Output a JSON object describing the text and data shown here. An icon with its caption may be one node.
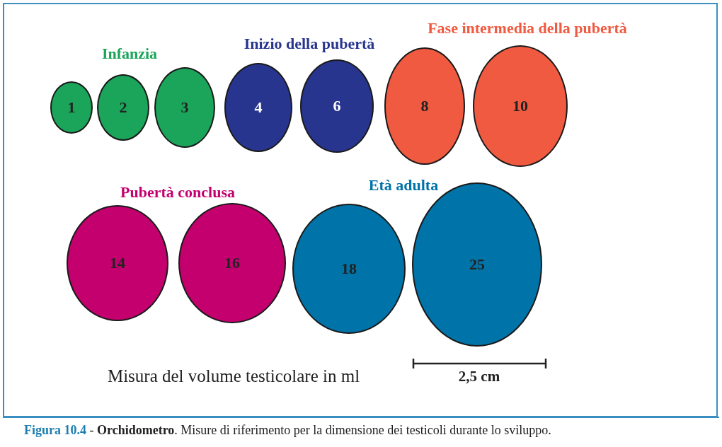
{
  "diagram": {
    "caption": "**Figura 10.4** - **Orchidometro**. Misure di riferimento per la dimensione dei testicoli durante lo sviluppo.",
    "nodes": [
      {
        "text": [
          "1"
        ]
      },
      {
        "text": [
          "2"
        ]
      },
      {
        "text": [
          "3"
        ]
      },
      {
        "text": [
          "4"
        ]
      },
      {
        "text": [
          "6"
        ]
      },
      {
        "text": [
          "8"
        ]
      },
      {
        "text": [
          "10"
        ]
      },
      {
        "text": [
          "14"
        ]
      },
      {
        "text": [
          "16"
        ]
      },
      {
        "text": [
          "18"
        ]
      },
      {
        "text": [
          "25"
        ]
      }
    ],
    "edges": [],
    "labels": [
      "Fase intermedia della pubertà",
      "Inizio della pubertà",
      "Infanzia",
      "Età adulta",
      "Pubertà conclusa",
      "Misura del volume testicolare in ml",
      "2,5 cm"
    ]
  }
}
